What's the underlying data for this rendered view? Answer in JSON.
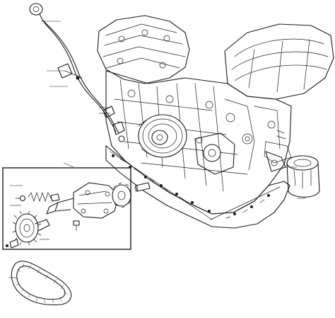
{
  "diagram": {
    "type": "exploded-parts-view",
    "parts": [
      "engine-block",
      "dipstick",
      "dipstick-tube",
      "crankshaft-pulley",
      "oil-filter",
      "oil-pan",
      "oil-pump-assembly",
      "oil-pump-sprocket",
      "pump-drive-chain",
      "relief-valve-spring",
      "pump-rotor",
      "dowel-pin"
    ],
    "labels": []
  }
}
